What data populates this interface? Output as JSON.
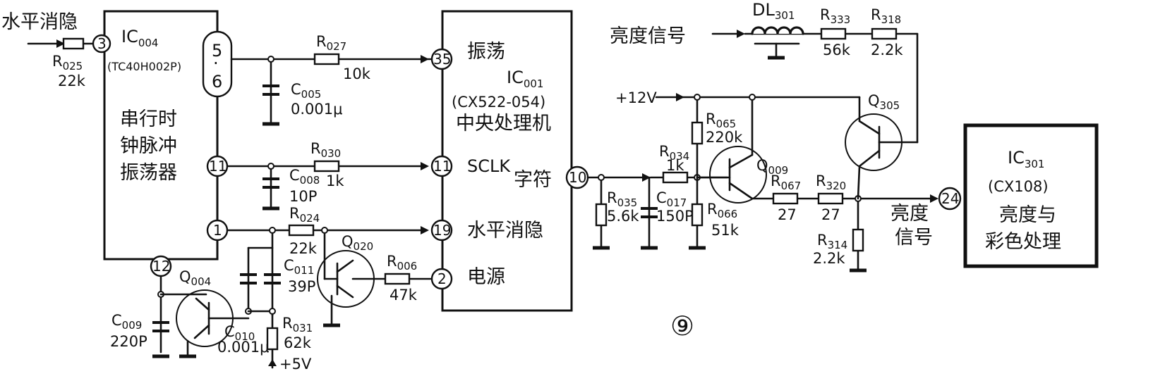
{
  "figure_number": "⑨",
  "ics": {
    "ic004": {
      "name": "IC",
      "sub": "004",
      "part": "(TC40H002P)",
      "func": [
        "串行时",
        "钟脉冲",
        "振荡器"
      ]
    },
    "ic001": {
      "name": "IC",
      "sub": "001",
      "part": "(CX522-054)",
      "func": "中央处理机"
    },
    "ic301": {
      "name": "IC",
      "sub": "301",
      "part": "(CX108)",
      "func": [
        "亮度与",
        "彩色处理"
      ]
    }
  },
  "pins": {
    "ic004_3": "3",
    "ic004_56_a": "5",
    "ic004_56_dot": "·",
    "ic004_56_b": "6",
    "ic004_11": "11",
    "ic004_1": "1",
    "ic004_12": "12",
    "ic001_35": "35",
    "ic001_11": "11",
    "ic001_19": "19",
    "ic001_2": "2",
    "ic001_10": "10",
    "ic301_24": "24"
  },
  "pin_labels": {
    "osc": "振荡",
    "sclk": "SCLK",
    "hblank": "水平消隐",
    "power": "电源",
    "char": "字符",
    "luma_in": [
      "亮度",
      "信号"
    ]
  },
  "signals": {
    "hblank_in": "水平消隐",
    "luma_in": "亮度信号",
    "vcc12": "+12V",
    "vcc5": "+5V"
  },
  "components": {
    "R025": {
      "p": "R",
      "s": "025",
      "v": "22k"
    },
    "R027": {
      "p": "R",
      "s": "027",
      "v": "10k"
    },
    "C005": {
      "p": "C",
      "s": "005",
      "v": "0.001μ"
    },
    "R030": {
      "p": "R",
      "s": "030",
      "v": "1k"
    },
    "C008": {
      "p": "C",
      "s": "008",
      "v": "10P"
    },
    "R024": {
      "p": "R",
      "s": "024",
      "v": "22k"
    },
    "C011": {
      "p": "C",
      "s": "011",
      "v": "39P"
    },
    "Q020": {
      "p": "Q",
      "s": "020"
    },
    "R006": {
      "p": "R",
      "s": "006",
      "v": "47k"
    },
    "Q004": {
      "p": "Q",
      "s": "004"
    },
    "C009": {
      "p": "C",
      "s": "009",
      "v": "220P"
    },
    "C010": {
      "p": "C",
      "s": "010",
      "v": "0.001μ"
    },
    "R031": {
      "p": "R",
      "s": "031",
      "v": "62k"
    },
    "R035": {
      "p": "R",
      "s": "035",
      "v": "5.6k"
    },
    "C017": {
      "p": "C",
      "s": "017",
      "v": "150P"
    },
    "R034": {
      "p": "R",
      "s": "034",
      "v": "1k"
    },
    "R065": {
      "p": "R",
      "s": "065",
      "v": "220k"
    },
    "R066": {
      "p": "R",
      "s": "066",
      "v": "51k"
    },
    "Q009": {
      "p": "Q",
      "s": "009"
    },
    "R067": {
      "p": "R",
      "s": "067",
      "v": "27"
    },
    "R320": {
      "p": "R",
      "s": "320",
      "v": "27"
    },
    "R314": {
      "p": "R",
      "s": "314",
      "v": "2.2k"
    },
    "Q305": {
      "p": "Q",
      "s": "305"
    },
    "DL301": {
      "p": "DL",
      "s": "301"
    },
    "R333": {
      "p": "R",
      "s": "333",
      "v": "56k"
    },
    "R318": {
      "p": "R",
      "s": "318",
      "v": "2.2k"
    }
  }
}
